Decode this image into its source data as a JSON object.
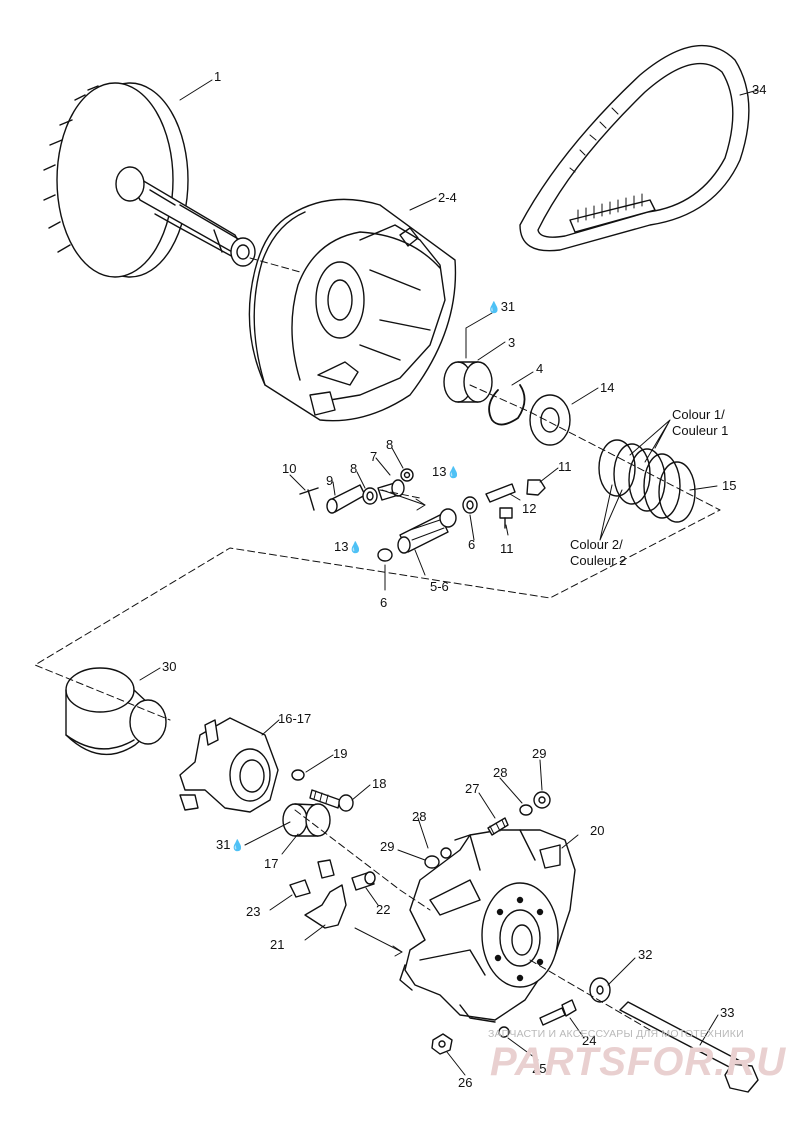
{
  "labels": {
    "l1": "1",
    "l2_4": "2-4",
    "l31a": "31",
    "l3": "3",
    "l4": "4",
    "l14": "14",
    "l34": "34",
    "colour1": "Colour 1/",
    "couleur1": "Couleur 1",
    "l10": "10",
    "l9": "9",
    "l8a": "8",
    "l7": "7",
    "l8b": "8",
    "l13a": "13",
    "l11a": "11",
    "l12": "12",
    "l15": "15",
    "l13b": "13",
    "l6a": "6",
    "l11b": "11",
    "l5_6": "5-6",
    "l6b": "6",
    "colour2": "Colour 2/",
    "couleur2": "Couleur 2",
    "l30": "30",
    "l16_17": "16-17",
    "l19": "19",
    "l18": "18",
    "l29a": "29",
    "l28a": "28",
    "l27": "27",
    "l20": "20",
    "l31b": "31",
    "l17": "17",
    "l28b": "28",
    "l29b": "29",
    "l23": "23",
    "l22": "22",
    "l21": "21",
    "l32": "32",
    "l33": "33",
    "l24": "24",
    "l25": "25",
    "l26": "26"
  },
  "watermark": {
    "tagline": "ЗАПЧАСТИ И АКСЕССУАРЫ ДЛЯ МОТОТЕХНИКИ",
    "brand": "PARTSFOR.RU"
  },
  "icons": {
    "drop": "oil-drop-icon"
  },
  "colors": {
    "line": "#111111",
    "watermark": "#e6c9c9"
  }
}
